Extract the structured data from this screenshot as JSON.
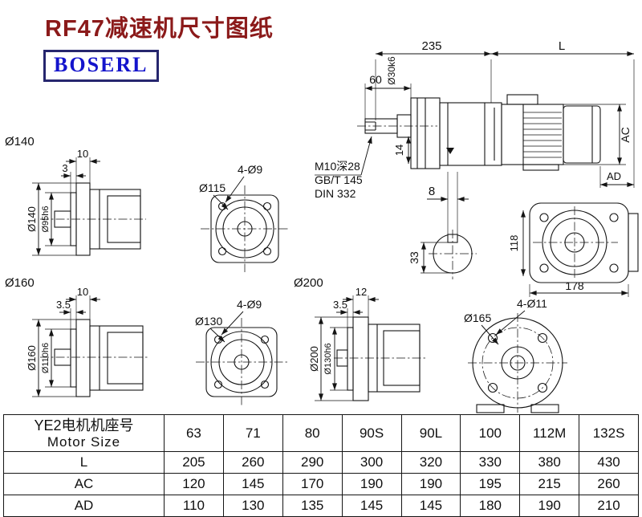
{
  "colors": {
    "title": "#8b1a1a",
    "brand_text": "#1414cc",
    "brand_border": "#26266e",
    "line": "#141414"
  },
  "header": {
    "title": "RF47减速机尺寸图纸",
    "brand": "BOSERL"
  },
  "assembly": {
    "dim_235": "235",
    "dim_l": "L",
    "dim_60": "60",
    "shaft_dia": "Ø30k6",
    "dim_14": "14",
    "dim_ac": "AC",
    "dim_ad": "AD",
    "note1": "M10深28",
    "note2": "GB/T 145",
    "note3": "DIN 332",
    "dim_8": "8",
    "dim_33": "33",
    "dim_118": "118",
    "dim_178": "178"
  },
  "flange140": {
    "title": "Ø140",
    "thickness": "10",
    "depth": "3",
    "od": "Ø140",
    "pilot": "Ø95h6"
  },
  "square115": {
    "holes": "4-Ø9",
    "dia": "Ø115"
  },
  "flange160": {
    "title": "Ø160",
    "thickness": "10",
    "depth": "3.5",
    "od": "Ø160",
    "pilot": "Ø110h6"
  },
  "square130": {
    "holes": "4-Ø9",
    "dia": "Ø130"
  },
  "flange200": {
    "title": "Ø200",
    "thickness": "12",
    "depth": "3.5",
    "od": "Ø200",
    "pilot": "Ø130h6"
  },
  "motorface": {
    "holes": "4-Ø11",
    "dia": "Ø165"
  },
  "table": {
    "row_header_cn": "YE2电机机座号",
    "row_header_en": "Motor Size",
    "sizes": [
      "63",
      "71",
      "80",
      "90S",
      "90L",
      "100",
      "112M",
      "132S"
    ],
    "rows": [
      {
        "label": "L",
        "values": [
          "205",
          "260",
          "290",
          "300",
          "320",
          "330",
          "380",
          "430"
        ]
      },
      {
        "label": "AC",
        "values": [
          "120",
          "145",
          "170",
          "190",
          "190",
          "195",
          "215",
          "260"
        ]
      },
      {
        "label": "AD",
        "values": [
          "110",
          "130",
          "135",
          "145",
          "145",
          "180",
          "190",
          "210"
        ]
      }
    ]
  }
}
